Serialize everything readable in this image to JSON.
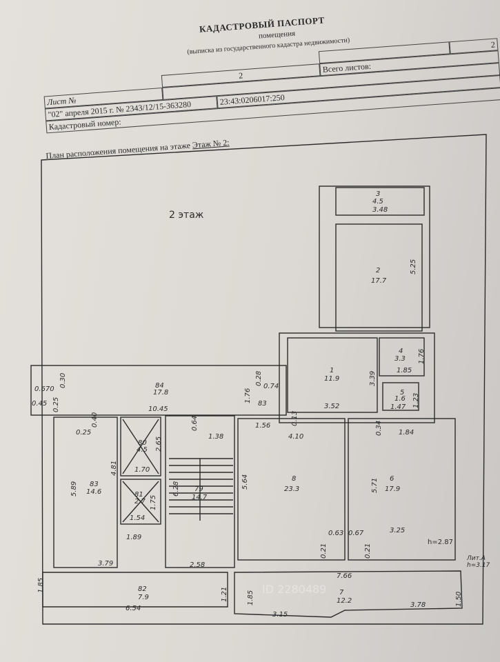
{
  "header": {
    "title": "КАДАСТРОВЫЙ ПАСПОРТ",
    "subtitle": "помещения",
    "subtitle2": "(выписка из государственного кадастра недвижимости)",
    "sheet_label": "Лист №",
    "sheet_value": "2",
    "total_label": "Всего листов:",
    "total_value": "2",
    "date_ref": "\"02\" апреля 2015 г. № 2343/12/15-363280",
    "cadastral_label": "Кадастровый номер:",
    "cadastral_value": "23:43:0206017:250",
    "plan_caption": "План расположения помещения на этаже",
    "plan_floor": "Этаж № 2:"
  },
  "plan": {
    "floor_label": "2 этаж",
    "rooms": [
      {
        "num": "3",
        "area": "4.5"
      },
      {
        "num": "2",
        "area": "17.7"
      },
      {
        "num": "1",
        "area": "11.9"
      },
      {
        "num": "4",
        "area": "3.3"
      },
      {
        "num": "5",
        "area": "1.6"
      },
      {
        "num": "84",
        "area": "17.8"
      },
      {
        "num": "80",
        "area": "4.5"
      },
      {
        "num": "81",
        "area": "2.7"
      },
      {
        "num": "83",
        "area": "14.6"
      },
      {
        "num": "79",
        "area": "14.7"
      },
      {
        "num": "8",
        "area": "23.3"
      },
      {
        "num": "6",
        "area": "17.9"
      },
      {
        "num": "82",
        "area": "7.9"
      },
      {
        "num": "7",
        "area": "12.2"
      }
    ],
    "dimensions": [
      "3.48",
      "5.25",
      "3.39",
      "1.76",
      "1.85",
      "1.23",
      "1.47",
      "3.52",
      "0.28",
      "0.74",
      "1.76",
      "10.45",
      "0.670",
      "0.30",
      "0.45",
      "0.25",
      "1.84",
      "0.34",
      "1.56",
      "0.13",
      "4.10",
      "0.64",
      "1.38",
      "0.40",
      "0.25",
      "2.65",
      "1.70",
      "4.81",
      "1.75",
      "1.54",
      "6.28",
      "5.89",
      "1.89",
      "5.64",
      "5.71",
      "3.25",
      "0.21",
      "0.63",
      "0.67",
      "0.21",
      "3.79",
      "2.58",
      "7.66",
      "1.85",
      "1.21",
      "1.85",
      "6.54",
      "3.15",
      "3.78",
      "1.50"
    ],
    "marks": [
      "83",
      "h=2.87",
      "Лит.А",
      "h=3.17"
    ],
    "watermark": "ID 2280489"
  }
}
